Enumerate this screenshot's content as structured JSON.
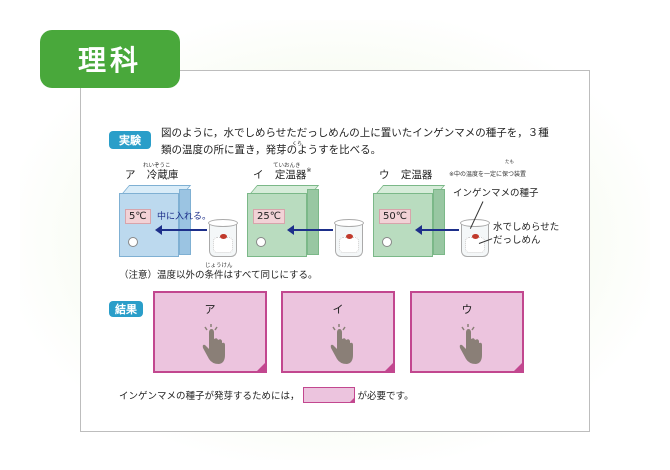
{
  "header": {
    "subject": "理科"
  },
  "experiment": {
    "badge": "実験",
    "intro_line1": "図のように，水でしめらせただっしめんの上に置いたインゲンマメの種子を，３種",
    "intro_line2": "類の温度の所に置き，発芽のようすを比べる。",
    "intro_ruby": "くら"
  },
  "setups": [
    {
      "mark": "ア",
      "name": "冷蔵庫",
      "ruby": "れいぞうこ",
      "temp": "5℃"
    },
    {
      "mark": "イ",
      "name": "定温器",
      "ruby": "ていおんき",
      "temp": "25℃",
      "asterisk": "※"
    },
    {
      "mark": "ウ",
      "name": "定温器",
      "temp": "50℃"
    }
  ],
  "annotations": {
    "put_inside": "中に入れる。",
    "asterisk_note": "※中の温度を一定に保つ装置",
    "asterisk_ruby": "たも",
    "seed_label": "インゲンマメの種子",
    "cotton_line1": "水でしめらせた",
    "cotton_line2": "だっしめん"
  },
  "caution": {
    "text": "（注意）温度以外の条件はすべて同じにする。",
    "ruby": "じょうけん"
  },
  "results": {
    "badge": "結果",
    "cards": [
      {
        "label": "ア"
      },
      {
        "label": "イ"
      },
      {
        "label": "ウ"
      }
    ]
  },
  "conclusion": {
    "before": "インゲンマメの種子が発芽するためには，",
    "after": "が必要です。"
  },
  "colors": {
    "green_tab": "#49a83b",
    "badge_blue": "#2a9ec9",
    "card_pink": "#ecc4de",
    "card_border": "#c2478f"
  }
}
